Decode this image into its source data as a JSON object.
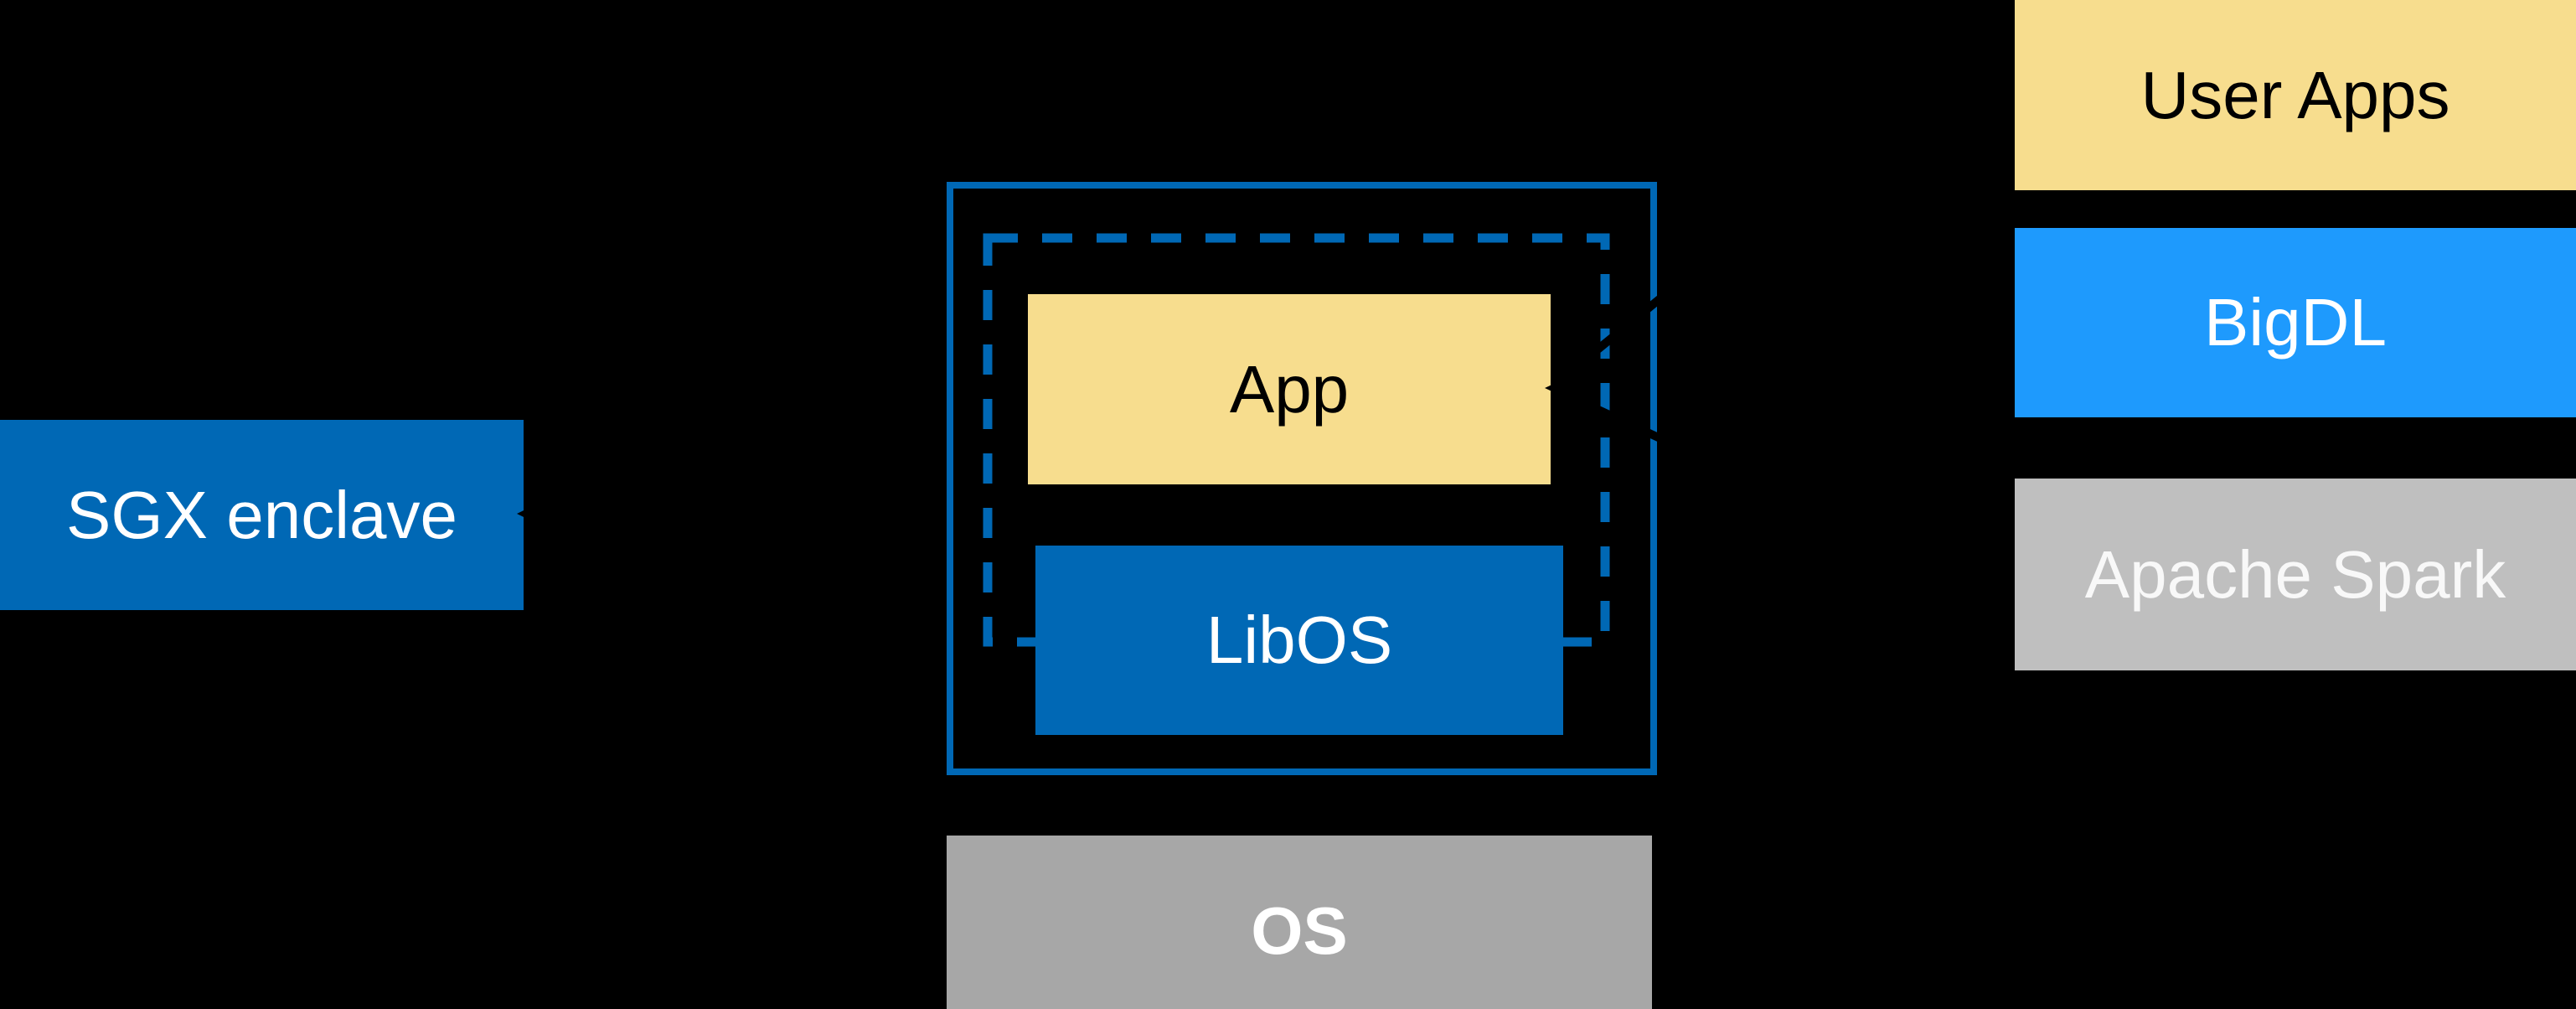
{
  "diagram": {
    "background_color": "#000000",
    "colors": {
      "intel_blue": "#0068B5",
      "bright_blue": "#1E9AFD",
      "yellow": "#F7DD8E",
      "os_gray": "#A7A7A7",
      "spark_gray": "#BFBFBF",
      "arrow_black": "#000000",
      "text_white": "#FFFFFF",
      "text_black": "#000000"
    },
    "sgx_enclave": {
      "label": "SGX enclave"
    },
    "enclave_detail": {
      "app": {
        "label": "App"
      },
      "libos": {
        "label": "LibOS"
      }
    },
    "os": {
      "label": "OS"
    },
    "right_stack": {
      "user_apps": {
        "label": "User Apps"
      },
      "bigdl": {
        "label": "BigDL"
      },
      "apache_spark": {
        "label": "Apache Spark"
      }
    }
  }
}
